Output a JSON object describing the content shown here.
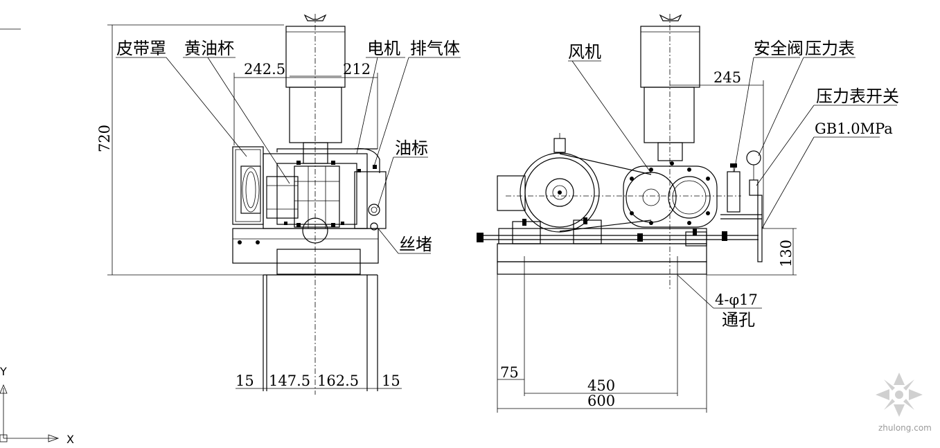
{
  "left_view": {
    "labels": {
      "belt_cover": "皮带罩",
      "grease_cup": "黄油杯",
      "motor": "电机",
      "exhaust": "排气体",
      "oil_mark": "油标",
      "plug": "丝堵"
    },
    "dims": {
      "height": "720",
      "d_242_5": "242.5",
      "d_212": "212",
      "b_15_left": "15",
      "b_147_5": "147.5",
      "b_162_5": "162.5",
      "b_15_right": "15"
    }
  },
  "right_view": {
    "labels": {
      "blower": "风机",
      "safety_valve": "安全阀",
      "pressure_gauge": "压力表",
      "gauge_switch": "压力表开关",
      "gauge_spec": "GB1.0MPa",
      "holes": "4-φ17",
      "through_hole": "通孔"
    },
    "dims": {
      "d_245": "245",
      "d_130": "130",
      "d_75": "75",
      "d_450": "450",
      "d_600": "600"
    }
  },
  "ucs": {
    "x_label": "X",
    "y_label": "Y"
  },
  "watermark": {
    "text": "zhulong.com"
  }
}
